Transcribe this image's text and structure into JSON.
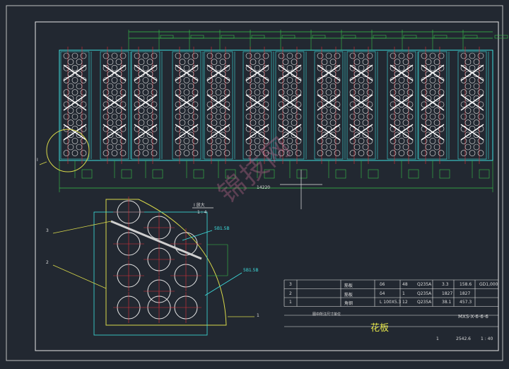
{
  "drawing": {
    "title": "花板",
    "drawing_number": "MXS-X-6-6-6",
    "dim_overall": "14220",
    "detail_label": "I 放大",
    "detail_scale": "1 : 4",
    "detail_ref": "I",
    "weld_spec_a": "5B1.5B",
    "weld_spec_b": "5B1.5B",
    "leader_1": "1",
    "leader_2": "2",
    "leader_3": "3",
    "leader_1b": "1",
    "bottom_qty": "1",
    "bottom_weight": "2542.6",
    "bottom_scale": "1 : 40",
    "watermark": "锦技网"
  },
  "bom": {
    "rows": [
      {
        "no": "3",
        "name": "筋板",
        "spec": "δ6",
        "qty": "48",
        "material": "Q235A",
        "unit": "3.3",
        "total": "158.6",
        "note": "GD1,000"
      },
      {
        "no": "2",
        "name": "筋板",
        "spec": "δ4",
        "qty": "1",
        "material": "Q235A",
        "unit": "1827",
        "total": "1827",
        "note": ""
      },
      {
        "no": "1",
        "name": "角钢",
        "spec": "L 100X5.3",
        "qty": "12",
        "material": "Q235A",
        "unit": "38.1",
        "total": "457.3",
        "note": ""
      }
    ],
    "footer_note": "图中所注尺寸单位"
  }
}
